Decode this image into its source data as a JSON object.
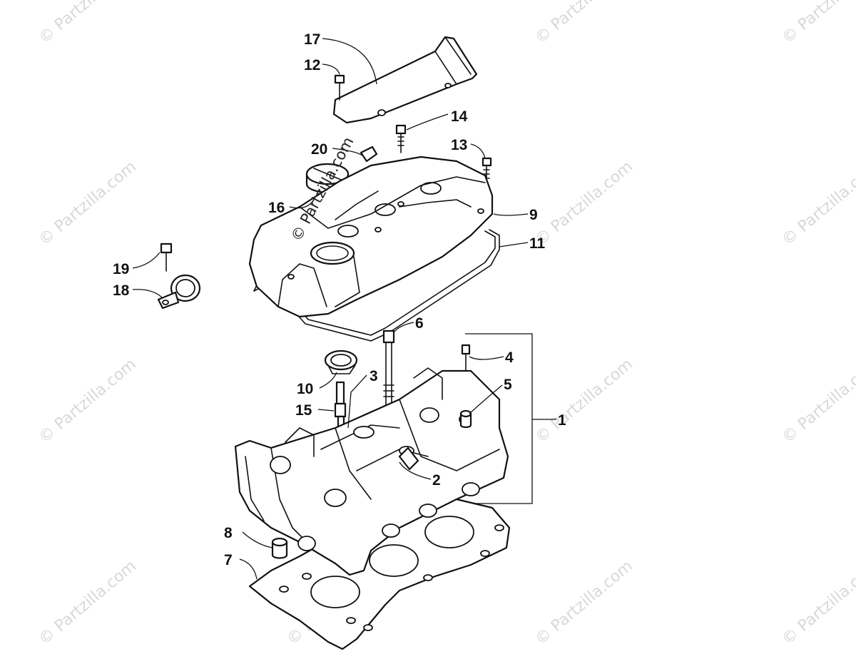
{
  "watermark": {
    "text": "© Partzilla.com",
    "overlay_text": "© Partzilla.com"
  },
  "callouts": {
    "c1": "1",
    "c2": "2",
    "c3": "3",
    "c4": "4",
    "c5": "5",
    "c6": "6",
    "c7": "7",
    "c8": "8",
    "c9": "9",
    "c10": "10",
    "c11": "11",
    "c12": "12",
    "c13": "13",
    "c14": "14",
    "c15": "15",
    "c16": "16",
    "c17": "17",
    "c18": "18",
    "c19": "19",
    "c20": "20"
  }
}
